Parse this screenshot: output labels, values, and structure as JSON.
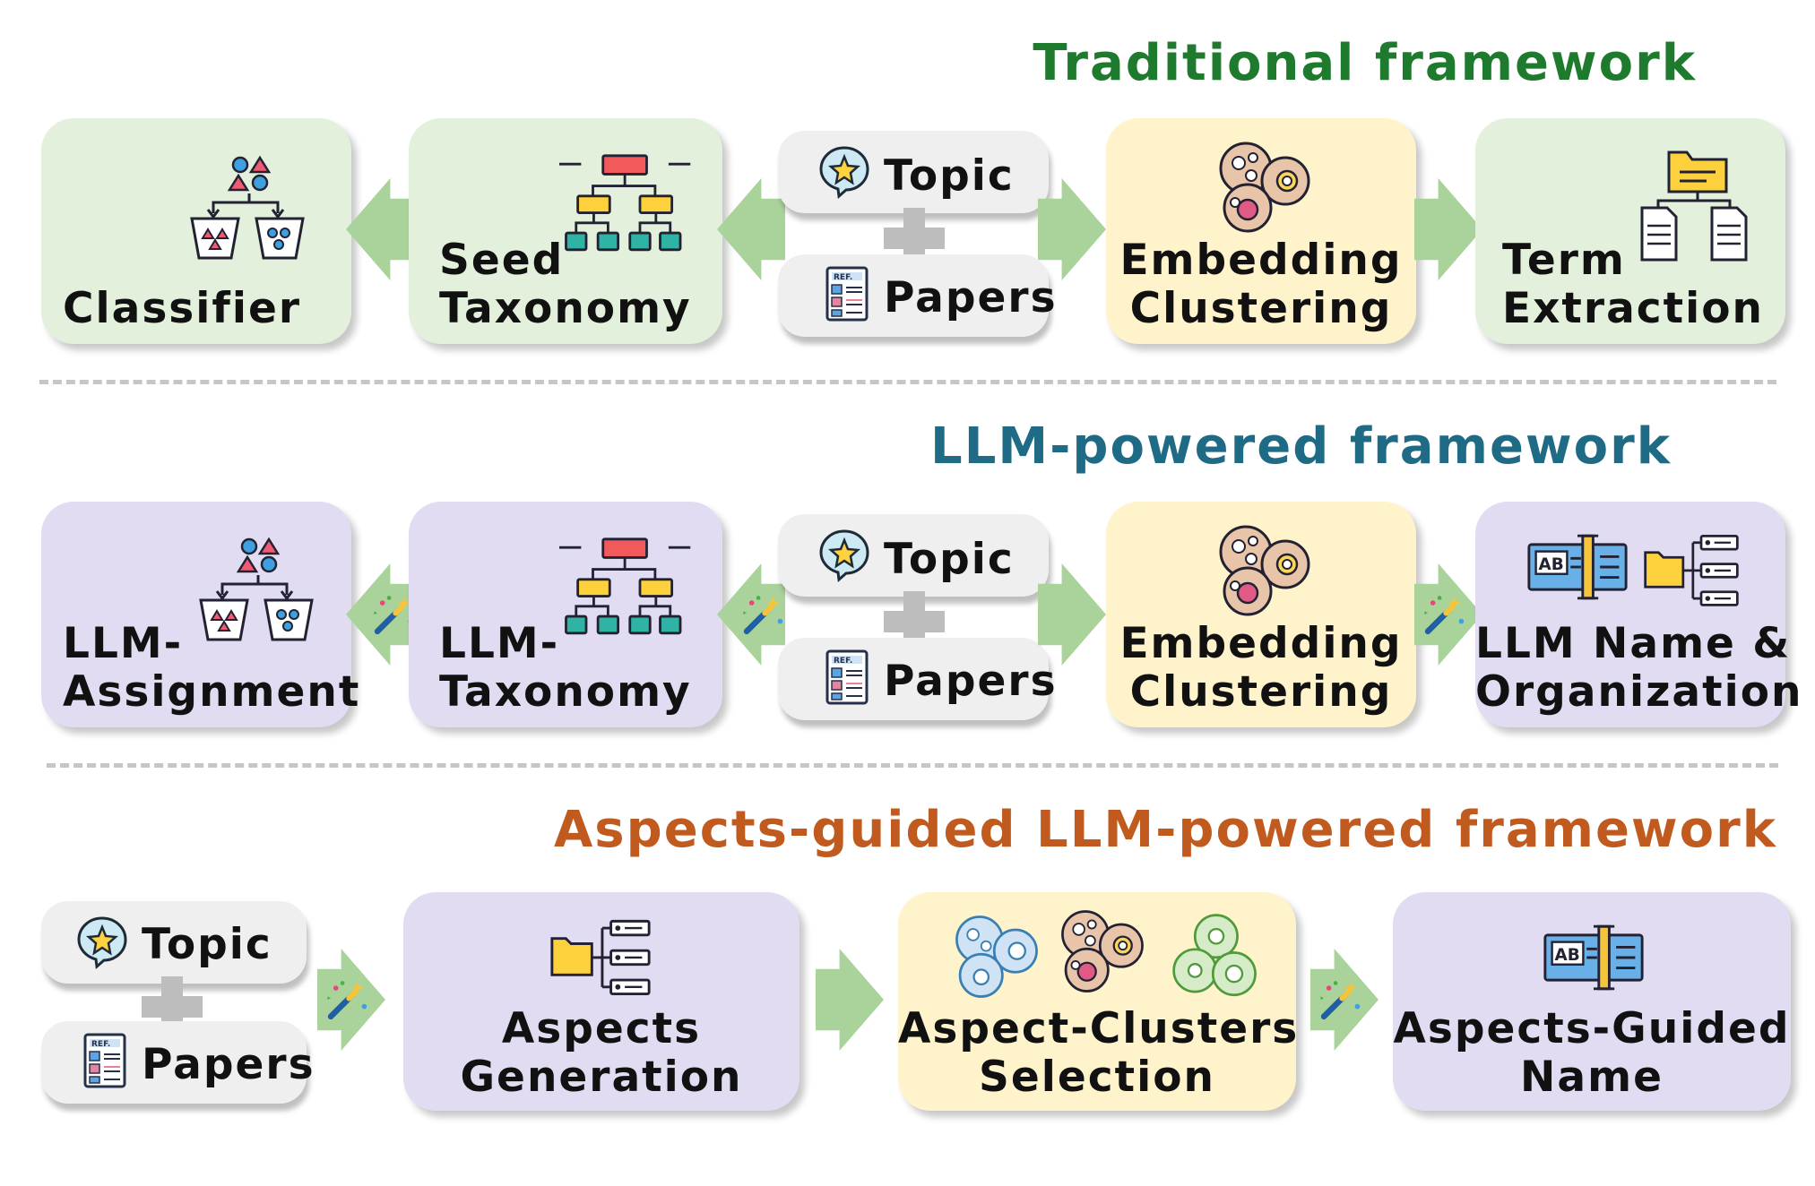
{
  "sections": {
    "traditional": {
      "title": "Traditional framework",
      "boxes": {
        "classifier": "Classifier",
        "seed_1": "Seed",
        "seed_2": "Taxonomy",
        "embed_1": "Embedding",
        "embed_2": "Clustering",
        "term_1": "Term",
        "term_2": "Extraction"
      },
      "input": {
        "topic": "Topic",
        "papers": "Papers"
      }
    },
    "llm": {
      "title": "LLM-powered framework",
      "boxes": {
        "assign_1": "LLM-",
        "assign_2": "Assignment",
        "tax_1": "LLM-",
        "tax_2": "Taxonomy",
        "embed_1": "Embedding",
        "embed_2": "Clustering",
        "name_1": "LLM Name &",
        "name_2": "Organization"
      },
      "input": {
        "topic": "Topic",
        "papers": "Papers"
      }
    },
    "aspects": {
      "title": "Aspects-guided LLM-powered  framework",
      "input": {
        "topic": "Topic",
        "papers": "Papers"
      },
      "boxes": {
        "gen_1": "Aspects",
        "gen_2": "Generation",
        "sel_1": "Aspect-Clusters",
        "sel_2": "Selection",
        "name_1": "Aspects-Guided",
        "name_2": "Name"
      }
    }
  },
  "colors": {
    "green_box": "#e3f0dc",
    "purple_box": "#e2dcf2",
    "yellow_box": "#fff3cc",
    "arrow": "#a9d39a",
    "title_traditional": "#1e7a2c",
    "title_llm": "#1f6a85",
    "title_aspects": "#c05a1e"
  },
  "icons": [
    "star-speech-icon",
    "reference-doc-icon",
    "classifier-bins-icon",
    "taxonomy-tree-icon",
    "cluster-cells-icon",
    "folder-docs-icon",
    "magic-wand-icon",
    "ab-label-icon",
    "folder-tree-icon"
  ]
}
